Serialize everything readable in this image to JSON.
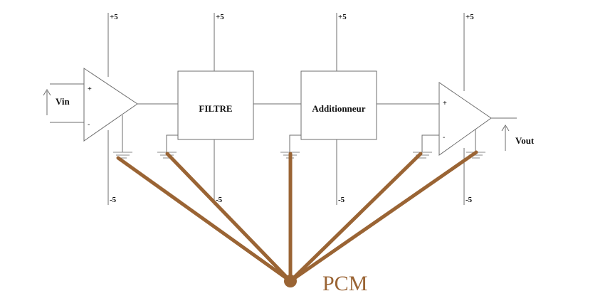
{
  "rails": {
    "pos": "+5",
    "neg": "-5"
  },
  "amp_in": {
    "plus": "+",
    "minus": "-",
    "input_label": "Vin"
  },
  "filter": {
    "label": "FILTRE"
  },
  "adder": {
    "label": "Additionneur"
  },
  "amp_out": {
    "plus": "+",
    "minus": "-",
    "output_label": "Vout"
  },
  "pcm": {
    "label": "PCM",
    "color": "#9a6434"
  }
}
